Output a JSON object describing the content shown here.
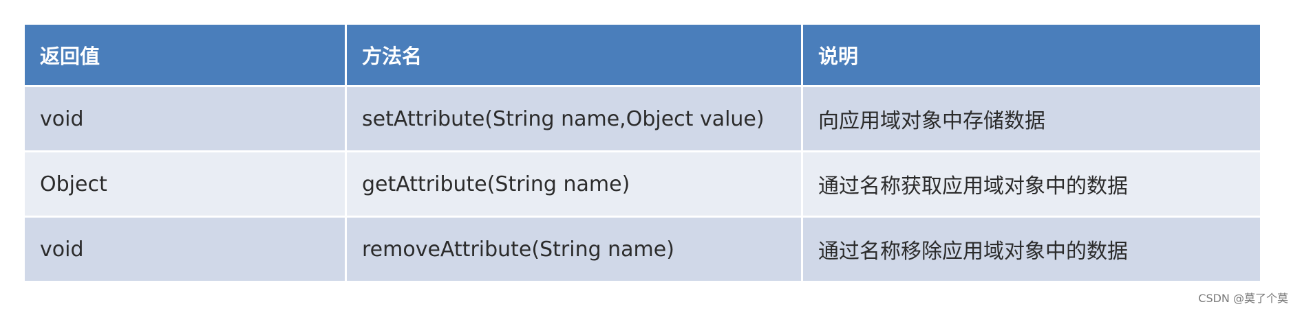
{
  "table": {
    "headers": [
      "返回值",
      "方法名",
      "说明"
    ],
    "rows": [
      [
        "void",
        "setAttribute(String name,Object value)",
        "向应用域对象中存储数据"
      ],
      [
        "Object",
        "getAttribute(String name)",
        "通过名称获取应用域对象中的数据"
      ],
      [
        "void",
        "removeAttribute(String name)",
        "通过名称移除应用域对象中的数据"
      ]
    ]
  },
  "colors": {
    "header_bg": "#4a7ebb",
    "header_text": "#ffffff",
    "row_odd_bg": "#d0d8e8",
    "row_even_bg": "#e9edf4"
  },
  "watermark": "CSDN @莫了个莫"
}
